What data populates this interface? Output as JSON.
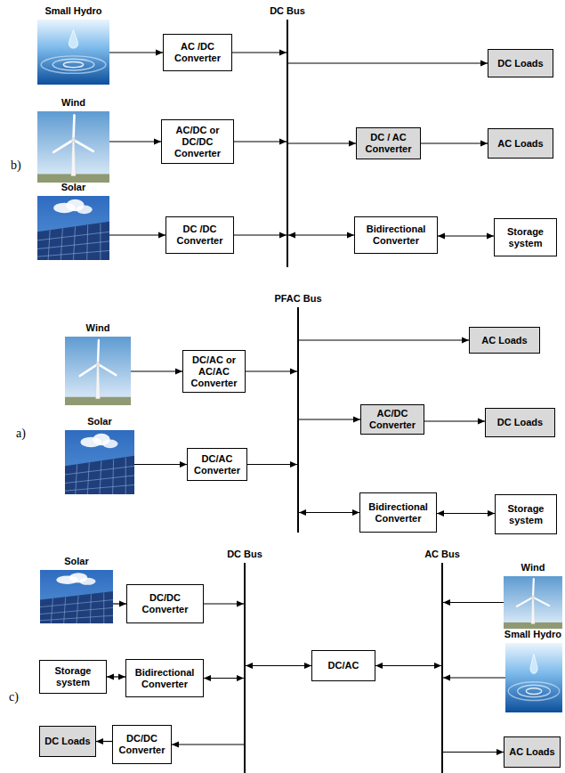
{
  "diagram": {
    "nodes": [
      {
        "text": [
          "Small Hydro"
        ]
      },
      {
        "text": [
          "DC Bus"
        ]
      },
      {
        "text": [
          "AC /DC Converter"
        ]
      },
      {
        "text": [
          "DC Loads"
        ]
      },
      {
        "text": [
          "Wind"
        ]
      },
      {
        "text": [
          "AC/DC or DC/DC Converter"
        ]
      },
      {
        "text": [
          "DC / AC Converter"
        ]
      },
      {
        "text": [
          "AC Loads"
        ]
      },
      {
        "text": [
          "Solar"
        ]
      },
      {
        "text": [
          "DC /DC Converter"
        ]
      },
      {
        "text": [
          "Bidirectional Converter"
        ]
      },
      {
        "text": [
          "Storage system"
        ]
      },
      {
        "text": [
          "PFAC Bus"
        ]
      },
      {
        "text": [
          "AC Loads"
        ]
      },
      {
        "text": [
          "Wind"
        ]
      },
      {
        "text": [
          "DC/AC or AC/AC Converter"
        ]
      },
      {
        "text": [
          "AC/DC Converter"
        ]
      },
      {
        "text": [
          "DC Loads"
        ]
      },
      {
        "text": [
          "Solar"
        ]
      },
      {
        "text": [
          "DC/AC Converter"
        ]
      },
      {
        "text": [
          "Bidirectional Converter"
        ]
      },
      {
        "text": [
          "Storage system"
        ]
      },
      {
        "text": [
          "DC Bus"
        ]
      },
      {
        "text": [
          "AC Bus"
        ]
      },
      {
        "text": [
          "Solar"
        ]
      },
      {
        "text": [
          "Wind"
        ]
      },
      {
        "text": [
          "DC/DC Converter"
        ]
      },
      {
        "text": [
          "Small Hydro"
        ]
      },
      {
        "text": [
          "Storage system"
        ]
      },
      {
        "text": [
          "Bidirectional Converter"
        ]
      },
      {
        "text": [
          "DC/AC"
        ]
      },
      {
        "text": [
          "DC Loads"
        ]
      },
      {
        "text": [
          "DC/DC Converter"
        ]
      },
      {
        "text": [
          "AC Loads"
        ]
      }
    ],
    "edges": [
      {
        "from": 0,
        "to": 2,
        "arrow": "to"
      },
      {
        "from": 2,
        "to": 1,
        "arrow": "to"
      },
      {
        "from": 1,
        "to": 3,
        "arrow": "to"
      },
      {
        "from": 4,
        "to": 5,
        "arrow": "to"
      },
      {
        "from": 5,
        "to": 1,
        "arrow": "to"
      },
      {
        "from": 1,
        "to": 6,
        "arrow": "to"
      },
      {
        "from": 6,
        "to": 7,
        "arrow": "to"
      },
      {
        "from": 8,
        "to": 9,
        "arrow": "to"
      },
      {
        "from": 9,
        "to": 1,
        "arrow": "to"
      },
      {
        "from": 1,
        "to": 10,
        "arrow": "both"
      },
      {
        "from": 10,
        "to": 11,
        "arrow": "both"
      },
      {
        "from": 12,
        "to": 13,
        "arrow": "to"
      },
      {
        "from": 14,
        "to": 15,
        "arrow": "to"
      },
      {
        "from": 15,
        "to": 12,
        "arrow": "to"
      },
      {
        "from": 12,
        "to": 16,
        "arrow": "to"
      },
      {
        "from": 16,
        "to": 17,
        "arrow": "to"
      },
      {
        "from": 18,
        "to": 19,
        "arrow": "to"
      },
      {
        "from": 19,
        "to": 12,
        "arrow": "to"
      },
      {
        "from": 12,
        "to": 20,
        "arrow": "both"
      },
      {
        "from": 20,
        "to": 21,
        "arrow": "both"
      },
      {
        "from": 24,
        "to": 26,
        "arrow": "to"
      },
      {
        "from": 26,
        "to": 22,
        "arrow": "to"
      },
      {
        "from": 25,
        "to": 23,
        "arrow": "to"
      },
      {
        "from": 22,
        "to": 30,
        "arrow": "both"
      },
      {
        "from": 30,
        "to": 23,
        "arrow": "both"
      },
      {
        "from": 27,
        "to": 23,
        "arrow": "to"
      },
      {
        "from": 28,
        "to": 29,
        "arrow": "both"
      },
      {
        "from": 29,
        "to": 22,
        "arrow": "both"
      },
      {
        "from": 22,
        "to": 32,
        "arrow": "to"
      },
      {
        "from": 32,
        "to": 31,
        "arrow": "to"
      },
      {
        "from": 23,
        "to": 33,
        "arrow": "to"
      }
    ],
    "labels": [
      "b)",
      "a)",
      "c)"
    ]
  }
}
